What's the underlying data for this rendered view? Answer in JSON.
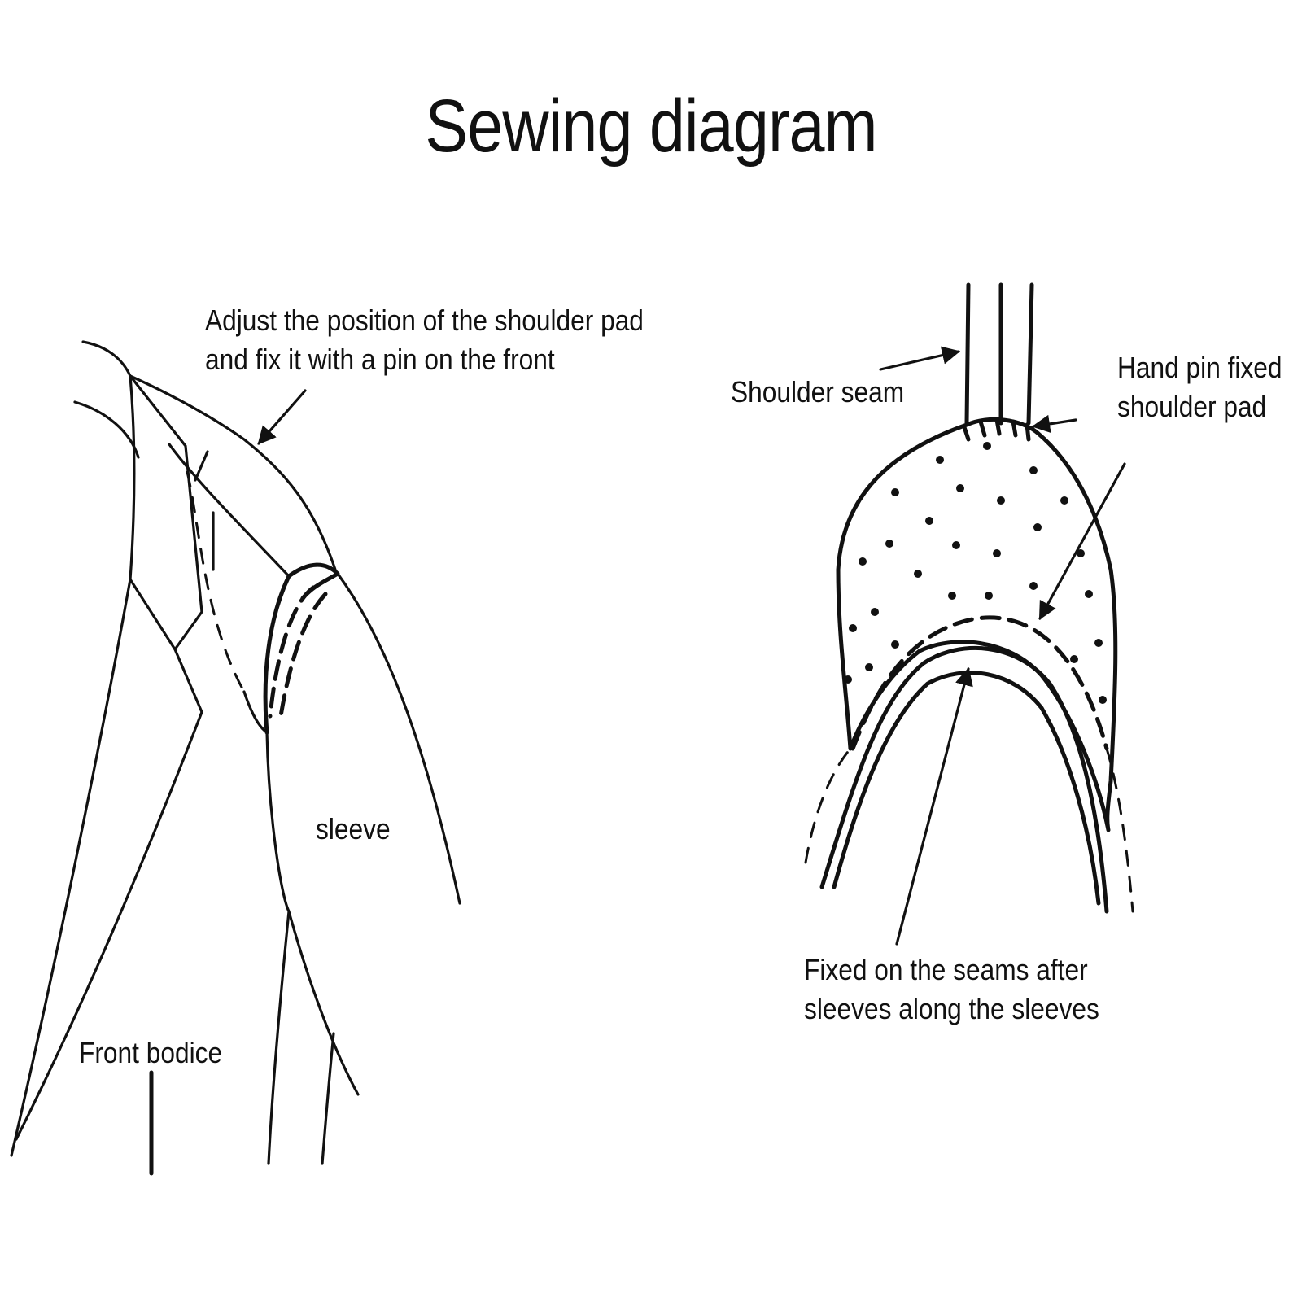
{
  "title": "Sewing diagram",
  "labels": {
    "adjust": [
      "Adjust the position of the shoulder pad",
      "and fix it with a pin on the front"
    ],
    "sleeve": "sleeve",
    "front_bodice": "Front bodice",
    "shoulder_seam": "Shoulder seam",
    "hand_pin": [
      "Hand pin fixed",
      "shoulder pad"
    ],
    "fixed_seams": [
      "Fixed on the seams after",
      "sleeves along the sleeves"
    ]
  },
  "colors": {
    "ink": "#111111",
    "background": "#ffffff"
  }
}
